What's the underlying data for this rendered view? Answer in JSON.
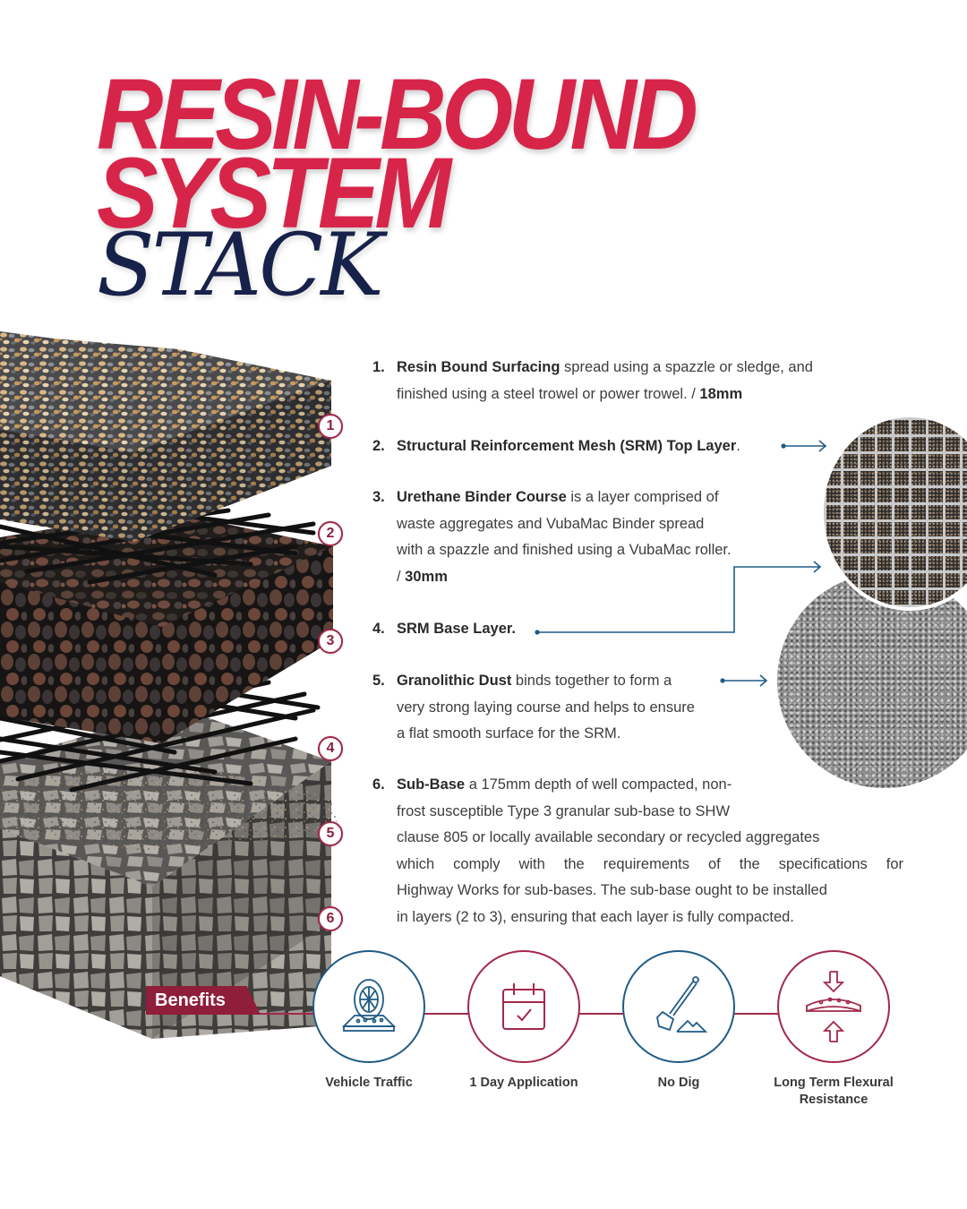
{
  "title": {
    "line1": "RESIN-BOUND",
    "line2": "SYSTEM",
    "line3": "STACK",
    "colors": {
      "red": "#d7254a",
      "navy": "#17224a"
    }
  },
  "stack_layers": [
    {
      "number": "1",
      "name": "resin-bound-surfacing"
    },
    {
      "number": "2",
      "name": "srm-top-layer"
    },
    {
      "number": "3",
      "name": "urethane-binder-course"
    },
    {
      "number": "4",
      "name": "srm-base-layer"
    },
    {
      "number": "5",
      "name": "granolithic-dust"
    },
    {
      "number": "6",
      "name": "sub-base"
    }
  ],
  "steps": [
    {
      "number": "1.",
      "heading": "Resin Bound Surfacing",
      "text_line1": " spread using a spazzle or sledge, and",
      "text_line2": "finished using a steel trowel or power trowel. / ",
      "thickness": "18mm"
    },
    {
      "number": "2.",
      "heading": "Structural Reinforcement Mesh (SRM) Top Layer",
      "suffix": "."
    },
    {
      "number": "3.",
      "heading": "Urethane Binder Course",
      "text_line1": " is a  layer comprised of",
      "text_line2": "waste aggregates and VubaMac Binder spread",
      "text_line3": "with a spazzle and finished using a VubaMac roller.",
      "thickness_prefix": "/ ",
      "thickness": "30mm"
    },
    {
      "number": "4.",
      "heading": "SRM Base Layer."
    },
    {
      "number": "5.",
      "heading": "Granolithic Dust",
      "text_line1": " binds together to form a",
      "text_line2": "very strong laying course and helps to ensure",
      "text_line3": "a flat smooth surface for the SRM."
    },
    {
      "number": "6.",
      "heading": "Sub-Base",
      "text_line1": " a 175mm depth of well compacted, non-",
      "text_line2": "frost susceptible Type 3 granular sub-base to SHW",
      "text_line3": "clause 805 or locally available secondary or recycled aggregates",
      "text_line4": "which comply with the requirements of the specifications for",
      "text_line5": "Highway Works for sub-bases. The sub-base ought to be installed",
      "text_line6": "in layers (2 to 3), ensuring that each layer is fully compacted."
    }
  ],
  "benefits": {
    "tag_label": "Benefits",
    "items": [
      {
        "label": "Vehicle Traffic",
        "icon": "tyre-on-surface-icon",
        "color": "#1f5b86"
      },
      {
        "label": "1 Day Application",
        "icon": "calendar-check-icon",
        "color": "#a2294a"
      },
      {
        "label": "No Dig",
        "icon": "shovel-icon",
        "color": "#1f5b86"
      },
      {
        "label_line1": "Long Term Flexural",
        "label_line2": "Resistance",
        "icon": "compression-arrows-icon",
        "color": "#a2294a"
      }
    ],
    "accent": "#8e1e3a"
  },
  "connector_color": "#1f5b86"
}
